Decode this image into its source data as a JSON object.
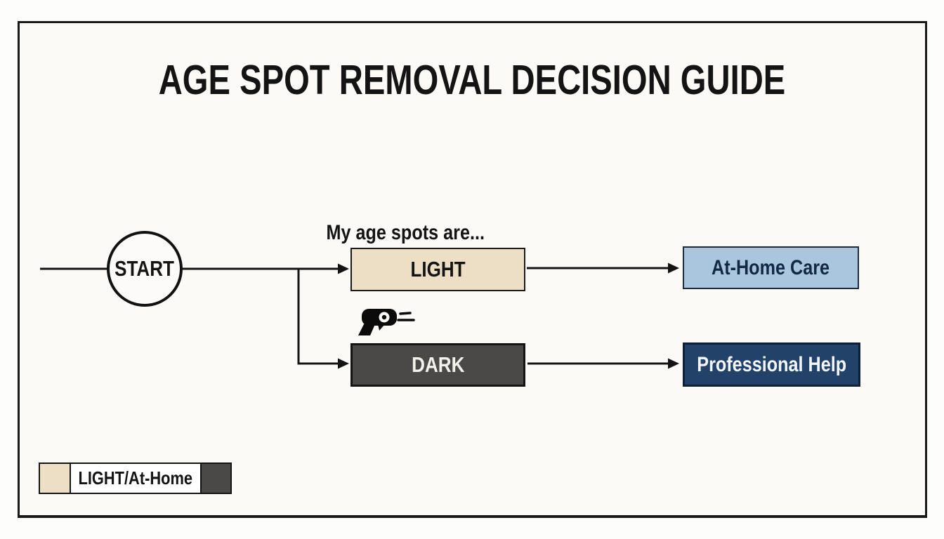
{
  "title": "AGE SPOT REMOVAL DECISION GUIDE",
  "flowchart": {
    "start_label": "START",
    "branch_question": "My age spots are...",
    "nodes": {
      "light": {
        "label": "LIGHT",
        "fill": "#ecdfc5",
        "text_color": "#141414"
      },
      "dark": {
        "label": "DARK",
        "fill": "#4b4947",
        "text_color": "#f4f1ec"
      },
      "at_home": {
        "label": "At-Home Care",
        "fill": "#aac6de",
        "text_color": "#122844"
      },
      "professional": {
        "label": "Professional Help",
        "fill": "#224269",
        "text_color": "#f2f5f9"
      }
    },
    "edges": [
      {
        "from": "start",
        "to": "light"
      },
      {
        "from": "start",
        "to": "dark"
      },
      {
        "from": "light",
        "to": "at_home"
      },
      {
        "from": "dark",
        "to": "professional"
      }
    ],
    "icons": {
      "between_branches": "laser-device-icon"
    }
  },
  "legend": {
    "light_label": "LIGHT/At-Home",
    "light_swatch_color": "#ecdfc5",
    "dark_swatch_color": "#4b4947"
  },
  "colors": {
    "panel_background": "#fbfaf7",
    "panel_border": "#1a1a1a",
    "connector": "#141414"
  }
}
